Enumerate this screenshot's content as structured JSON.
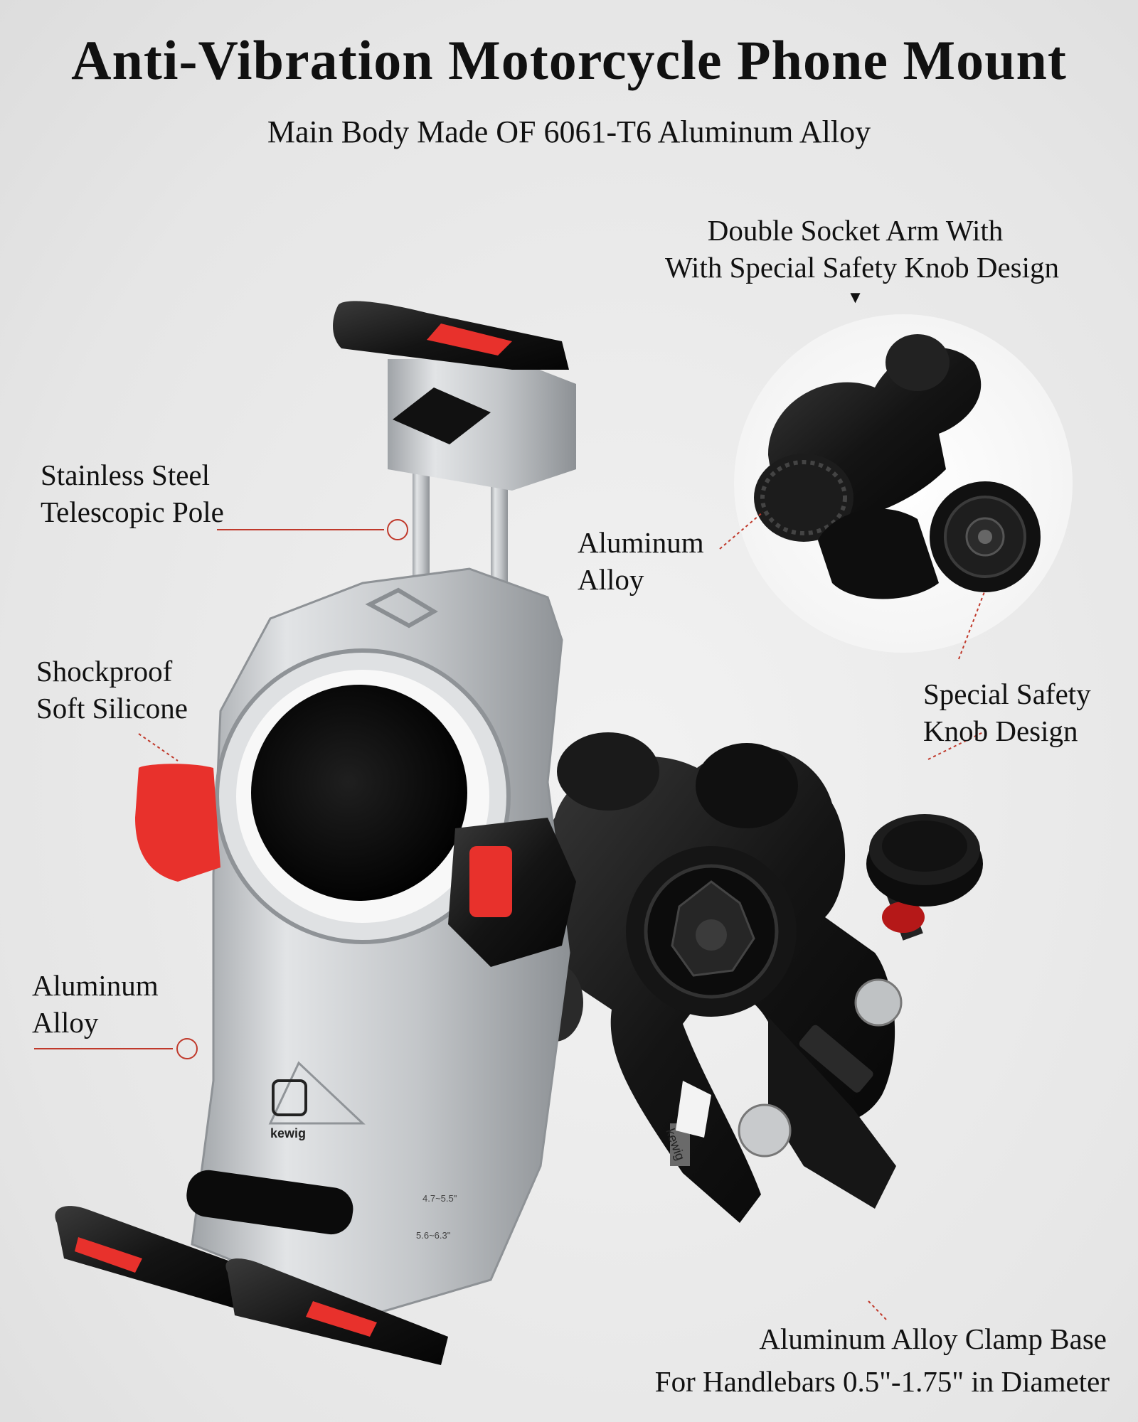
{
  "header": {
    "title": "Anti-Vibration Motorcycle Phone Mount",
    "subtitle": "Main Body Made OF 6061-T6 Aluminum Alloy"
  },
  "callouts": {
    "socket_arm": {
      "line1": "Double Socket Arm With",
      "line2": "With Special Safety Knob Design",
      "marker": "▼"
    },
    "inset_alloy": {
      "line1": "Aluminum",
      "line2": "Alloy"
    },
    "safety_knob": {
      "line1": "Special Safety",
      "line2": "Knob Design"
    },
    "pole": {
      "line1": "Stainless Steel",
      "line2": "Telescopic Pole"
    },
    "silicone": {
      "line1": "Shockproof",
      "line2": "Soft Silicone"
    },
    "body_alloy": {
      "line1": "Aluminum",
      "line2": "Alloy"
    },
    "clamp": {
      "line1": "Aluminum Alloy Clamp Base",
      "line2": "For Handlebars 0.5\"-1.75\" in Diameter"
    }
  },
  "product": {
    "brand": "kewig",
    "size_marks": [
      "4.7~5.5\"",
      "5.6~6.3\""
    ]
  },
  "colors": {
    "accent_red": "#e8312c",
    "metal": "#c9cbcd",
    "black": "#161616",
    "callout_line": "#c0392b"
  }
}
